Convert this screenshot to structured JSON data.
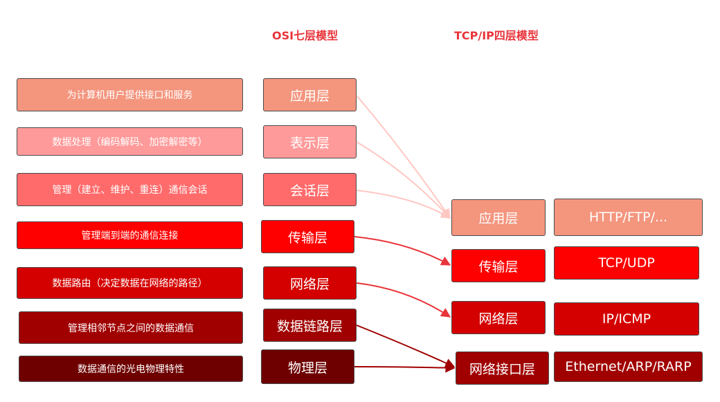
{
  "titles": {
    "osi": "OSI七层模型",
    "tcpip": "TCP/IP四层模型"
  },
  "osi_descriptions": [
    "为计算机用户提供接口和服务",
    "数据处理（编码解码、加密解密等）",
    "管理（建立、维护、重连）通信会话",
    "管理端到端的通信连接",
    "数据路由（决定数据在网络的路径）",
    "管理相邻节点之间的数据通信",
    "数据通信的光电物理特性"
  ],
  "osi_layers": [
    "应用层",
    "表示层",
    "会话层",
    "传输层",
    "网络层",
    "数据链路层",
    "物理层"
  ],
  "tcpip_layers": [
    "应用层",
    "传输层",
    "网络层",
    "网络接口层"
  ],
  "tcpip_protocols": [
    "HTTP/FTP/...",
    "TCP/UDP",
    "IP/ICMP",
    "Ethernet/ARP/RARP"
  ],
  "colors": {
    "osi": [
      "#f4957e",
      "#ff9a9a",
      "#ff6b6b",
      "#ff0000",
      "#d40000",
      "#a00000",
      "#6e0000"
    ],
    "tcpip": [
      "#f4957e",
      "#ff0000",
      "#d40000",
      "#a00000"
    ],
    "arrows": [
      "#ffc7c2",
      "#ffc7c2",
      "#ffc7c2",
      "#e8343a",
      "#e8343a",
      "#a00000",
      "#a00000"
    ],
    "title": "#e8343a"
  }
}
